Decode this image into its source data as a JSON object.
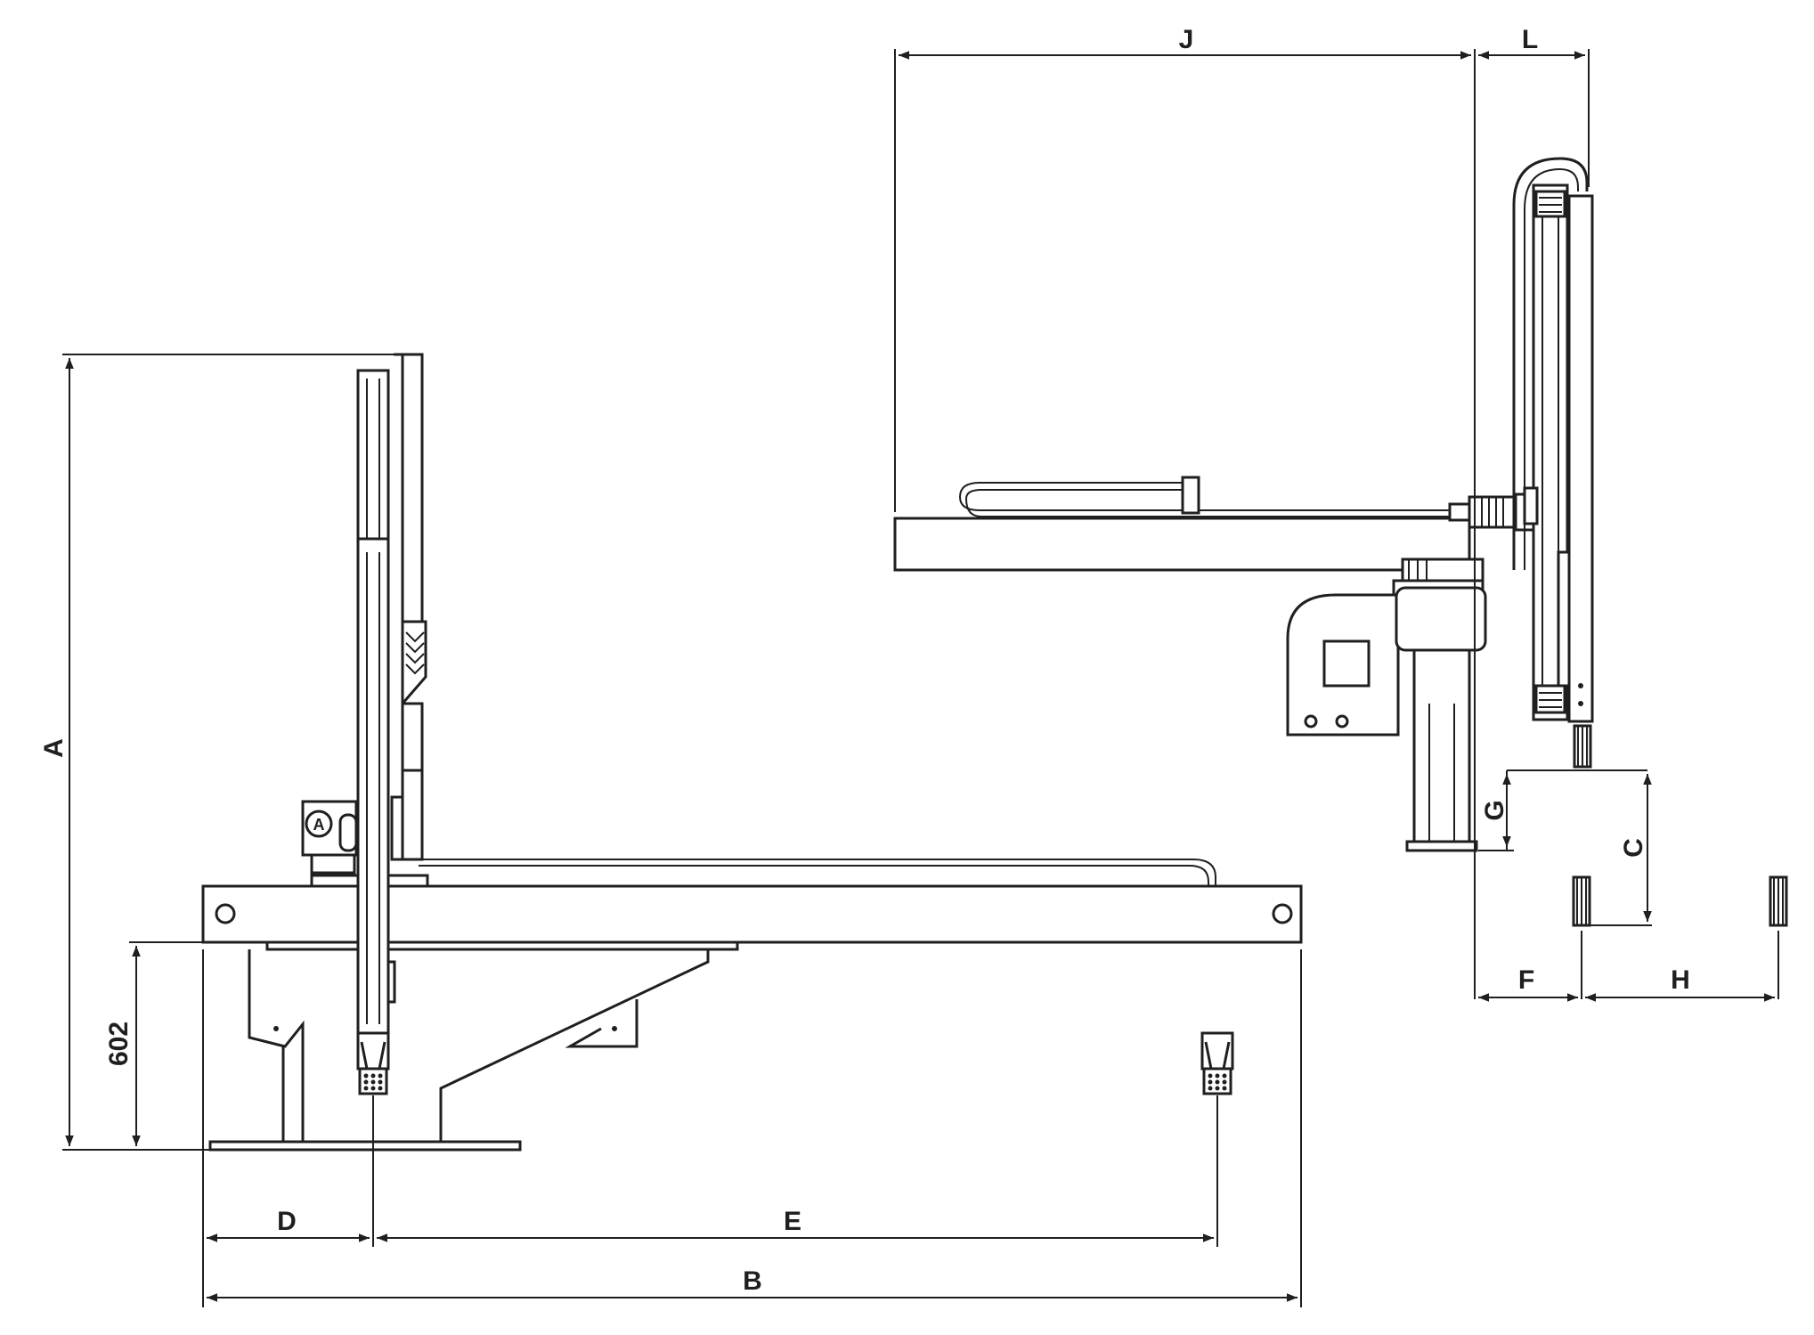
{
  "dimension_labels": {
    "a": "A",
    "b": "B",
    "c": "C",
    "d": "D",
    "e": "E",
    "f": "F",
    "g": "G",
    "h": "H",
    "j": "J",
    "l": "L",
    "base_height": "602"
  },
  "rotary_symbol": "A"
}
